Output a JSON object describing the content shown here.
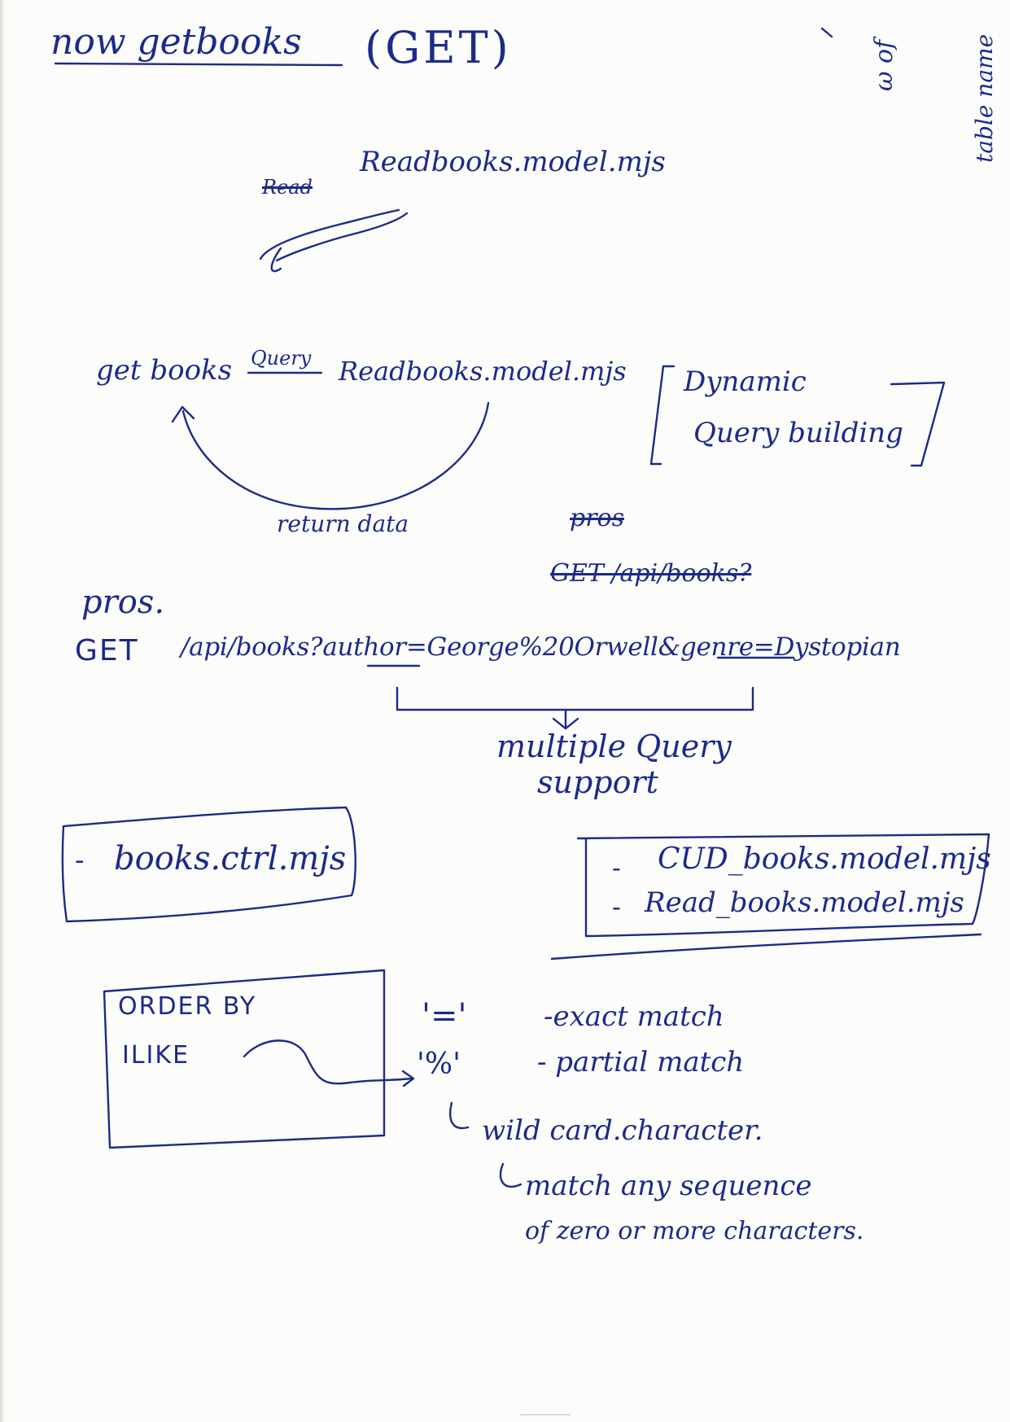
{
  "page": {
    "title": "now getbooks",
    "title_method": "(GET)",
    "top_right_margin_1": "table name",
    "top_right_margin_2": "ω of",
    "struck_word_1": "Read",
    "readbooks_model_top": "Readbooks.model.mjs",
    "flow": {
      "left": "get books",
      "query_label": "Query",
      "right": "Readbooks.model.mjs",
      "return_label": "return data"
    },
    "dynamic_query": {
      "line1": "Dynamic",
      "line2": "Query building"
    },
    "struck_word_2": "pros",
    "struck_get": "GET /api/books?",
    "pros_label": "pros.",
    "get_method": "GET",
    "get_url": "/api/books?author=George%20Orwell&genre=Dystopian",
    "multiple_query_line1": "multiple Query",
    "multiple_query_line2": "support",
    "ctrl_box": {
      "bullet": "-",
      "file": "books.ctrl.mjs"
    },
    "models_box": {
      "items": [
        "CUD_books.model.mjs",
        "Read_books.model.mjs"
      ]
    },
    "sql_box": {
      "line1": "ORDER BY",
      "line2": "ILIKE"
    },
    "match_notes": {
      "exact_symbol": "'='",
      "exact_text": "-exact match",
      "partial_symbol": "'%'",
      "partial_text": "- partial match",
      "wildcard": "wild card.character.",
      "sequence_line1": "match any sequence",
      "sequence_line2": "of zero or more characters."
    }
  }
}
